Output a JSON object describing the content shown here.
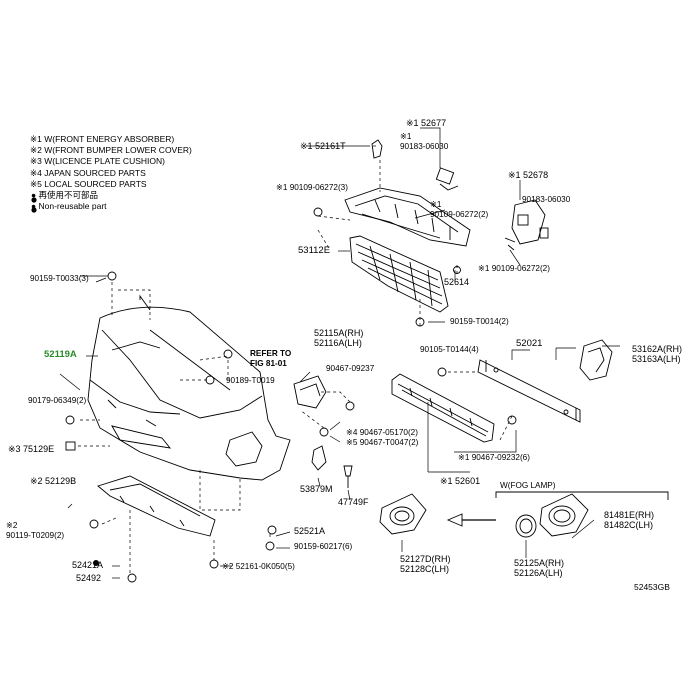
{
  "legend": [
    "※1 W(FRONT ENERGY ABSORBER)",
    "※2 W(FRONT BUMPER LOWER COVER)",
    "※3 W(LICENCE PLATE CUSHION)",
    "※4 JAPAN SOURCED PARTS",
    "※5 LOCAL SOURCED PARTS",
    "● 再使用不可部品",
    "● Non-reusable part"
  ],
  "labels": {
    "p52677": "※1 52677",
    "p90183a": "※1\n90183-06030",
    "p52161T": "※1 52161T",
    "p52678": "※1 52678",
    "p90183b": "90183-06030",
    "p90109a": "※1 90109-06272(3)",
    "p90109b": "※1\n90109-06272(2)",
    "p53112E": "53112E",
    "p52614": "52614",
    "p90109c": "※1 90109-06272(2)",
    "p90159T0033": "90159-T0033(3)",
    "p90159T0014": "90159-T0014(2)",
    "p52115A": "52115A(RH)\n52116A(LH)",
    "p52119A": "52119A",
    "pRefer": "REFER TO\nFIG 81-01",
    "p90189": "90189-T0019",
    "p90467_09237": "90467-09237",
    "p90105": "90105-T0144(4)",
    "p52021": "52021",
    "p53162A": "53162A(RH)\n53163A(LH)",
    "p90179": "90179-06349(2)",
    "p75129E": "※3 75129E",
    "p90467_05170": "※4 90467-05170(2)\n※5 90467-T0047(2)",
    "p90467_09232": "※1 90467-09232(6)",
    "p52129B": "※2 52129B",
    "p53879M": "53879M",
    "p47749F": "47749F",
    "p52601": "※1 52601",
    "pFog": "W(FOG LAMP)",
    "p90119": "※2\n90119-T0209(2)",
    "p52521A": "52521A",
    "p81481E": "81481E(RH)\n81482C(LH)",
    "p90159_60217": "90159-60217(6)",
    "p52127D": "52127D(RH)\n52128C(LH)",
    "p52125A": "52125A(RH)\n52126A(LH)",
    "p52421A": "52421A",
    "p52161": "※2 52161-0K050(5)",
    "p52492": "52492"
  },
  "diagram_code": "52453GB",
  "colors": {
    "line": "#000000",
    "highlight": "#2a8a2a"
  }
}
